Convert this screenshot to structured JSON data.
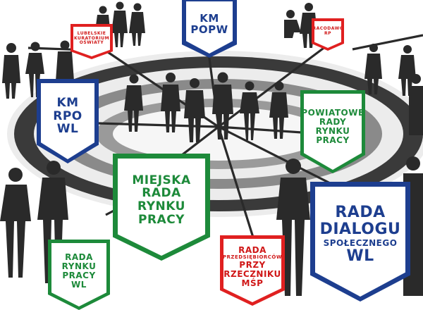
{
  "nodes": {
    "km_popw": {
      "line1": "KM",
      "line2": "POPW"
    },
    "km_rpo": {
      "line1": "KM",
      "line2": "RPO",
      "line3": "WL"
    },
    "lubelskie": {
      "line1": "LUBELSKIE",
      "line2": "KURATORIUM",
      "line3": "OŚWIATY"
    },
    "pracodawcy": {
      "line1": "PRACODAWCY",
      "line2": "RP"
    },
    "miejska": {
      "line1": "MIEJSKA",
      "line2": "RADA",
      "line3": "RYNKU",
      "line4": "PRACY"
    },
    "powiatowe": {
      "line1": "POWIATOWE",
      "line2": "RADY",
      "line3": "RYNKU",
      "line4": "PRACY"
    },
    "rada_rynku": {
      "line1": "RADA",
      "line2": "RYNKU",
      "line3": "PRACY",
      "line4": "WL"
    },
    "rada_dialogu": {
      "line1": "RADA",
      "line2": "DIALOGU",
      "line3": "SPOŁECZNEGO",
      "line4": "WL"
    },
    "przedsiebiorcow": {
      "line1": "RADA",
      "line2": "PRZEDSIĘBIORCÓW",
      "line3": "PRZY",
      "line4": "RZECZNIKU",
      "line5": "MŚP"
    }
  },
  "colors": {
    "blue": "#1d3e8f",
    "green": "#1d8a3a",
    "red": "#e02020",
    "silhouette": "#2a2a2a",
    "rings": "#bcbcbc"
  }
}
